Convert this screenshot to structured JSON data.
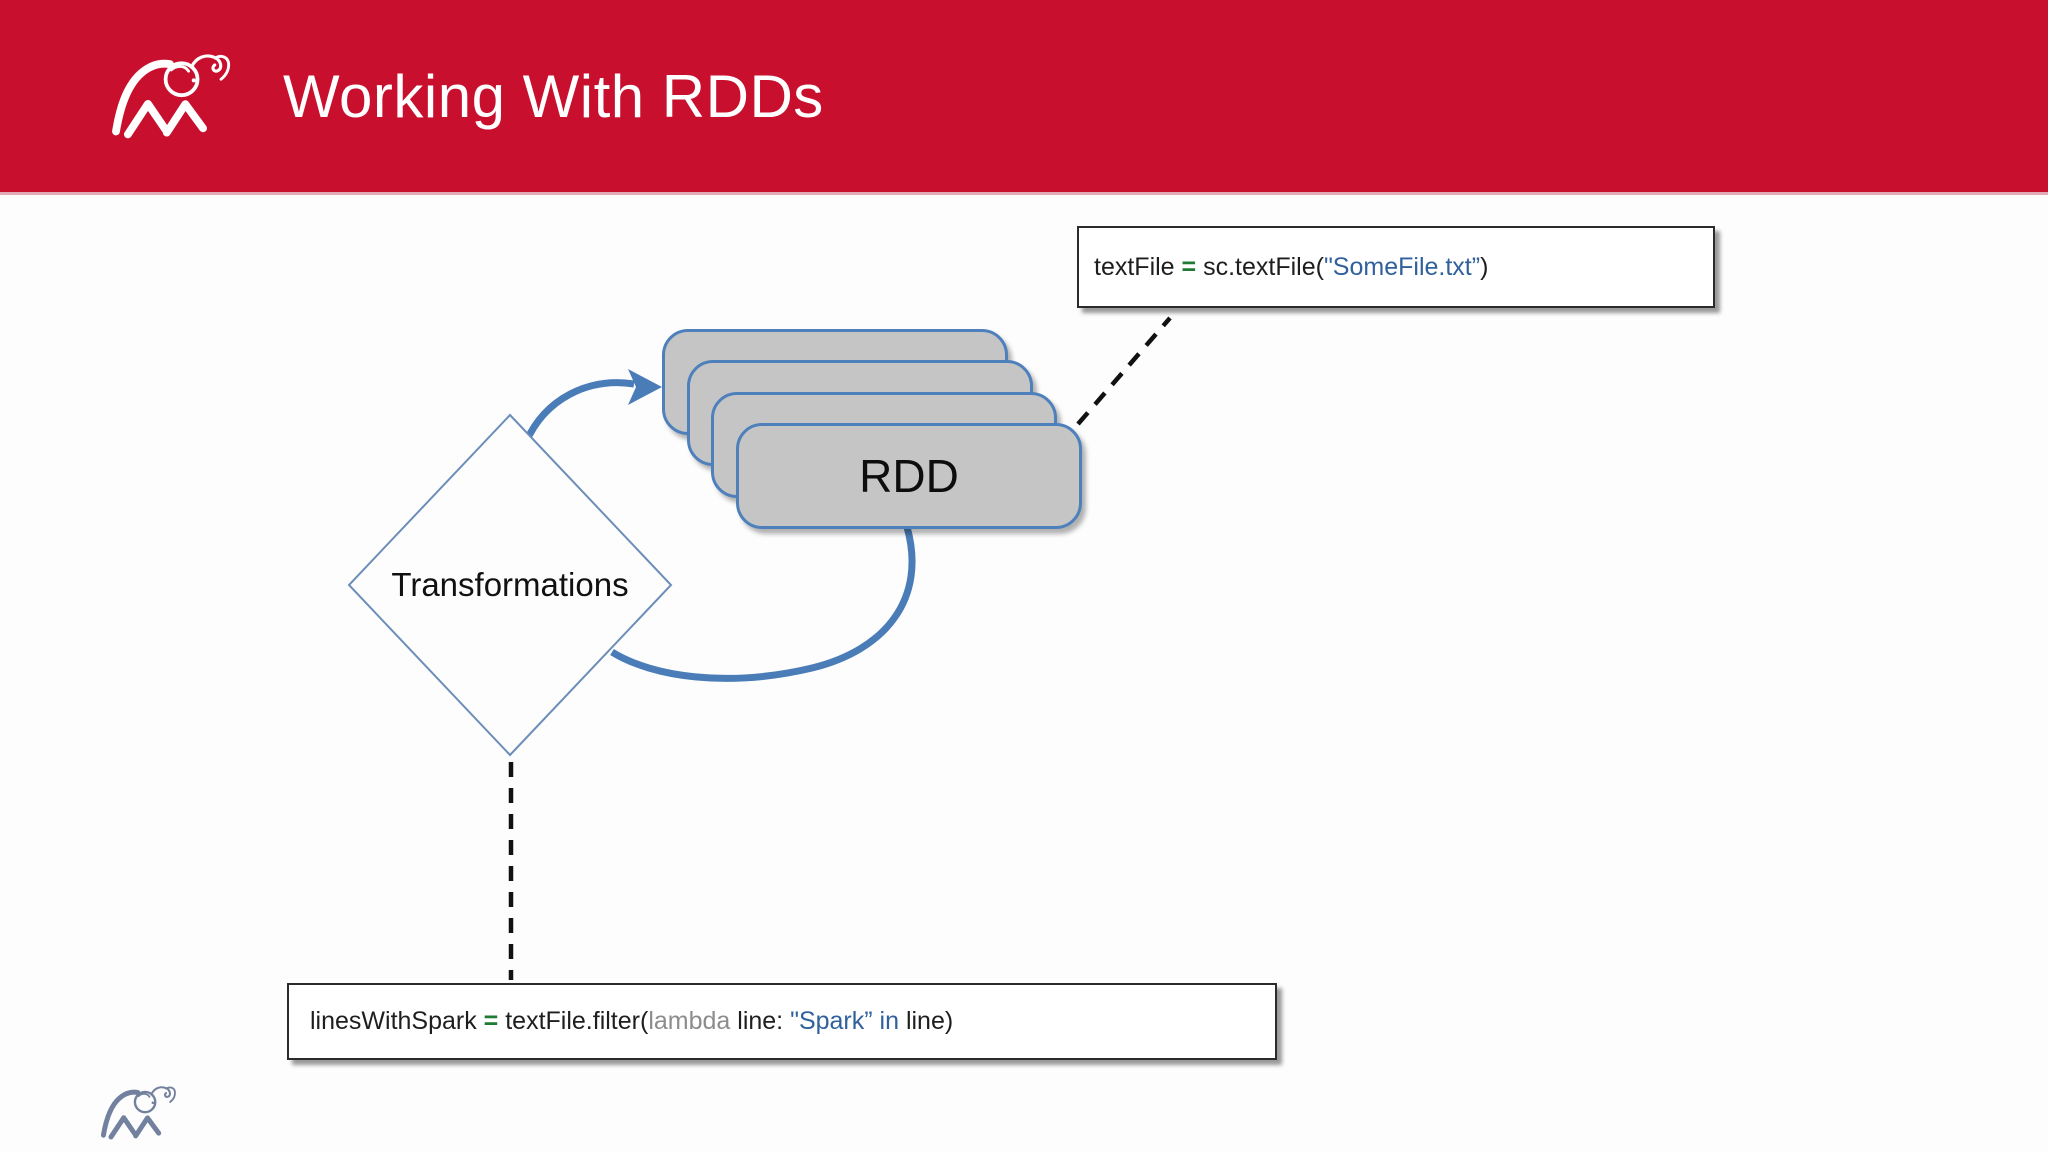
{
  "slide": {
    "title": "Working With RDDs"
  },
  "diagram": {
    "transformations_label": "Transformations",
    "rdd_label": "RDD"
  },
  "code": {
    "load": {
      "var": "textFile ",
      "eq": "=",
      "call": " sc.textFile(",
      "string": "\"SomeFile.txt”",
      "close": ")"
    },
    "filter": {
      "var": "linesWithSpark ",
      "eq": "=",
      "call": " textFile.filter(",
      "keyword": "lambda",
      "arg": " line: ",
      "string": "\"Spark”",
      "kw_in": " in",
      "close": " line)"
    }
  },
  "icons": {
    "header_logo": "elephant-logo",
    "footer_logo": "elephant-logo"
  },
  "colors": {
    "header_red": "#C8102E",
    "header_accent_line": "#E2A9B6",
    "shape_blue": "#4A7CB8",
    "rdd_fill_gray": "#C5C5C5",
    "rdd_border_blue": "#4E80BC",
    "diamond_border_blue": "#6C8EB8",
    "dash_black": "#111111",
    "code_green": "#1F7A34",
    "code_blue": "#30619C",
    "code_gray": "#8C8C8C"
  }
}
